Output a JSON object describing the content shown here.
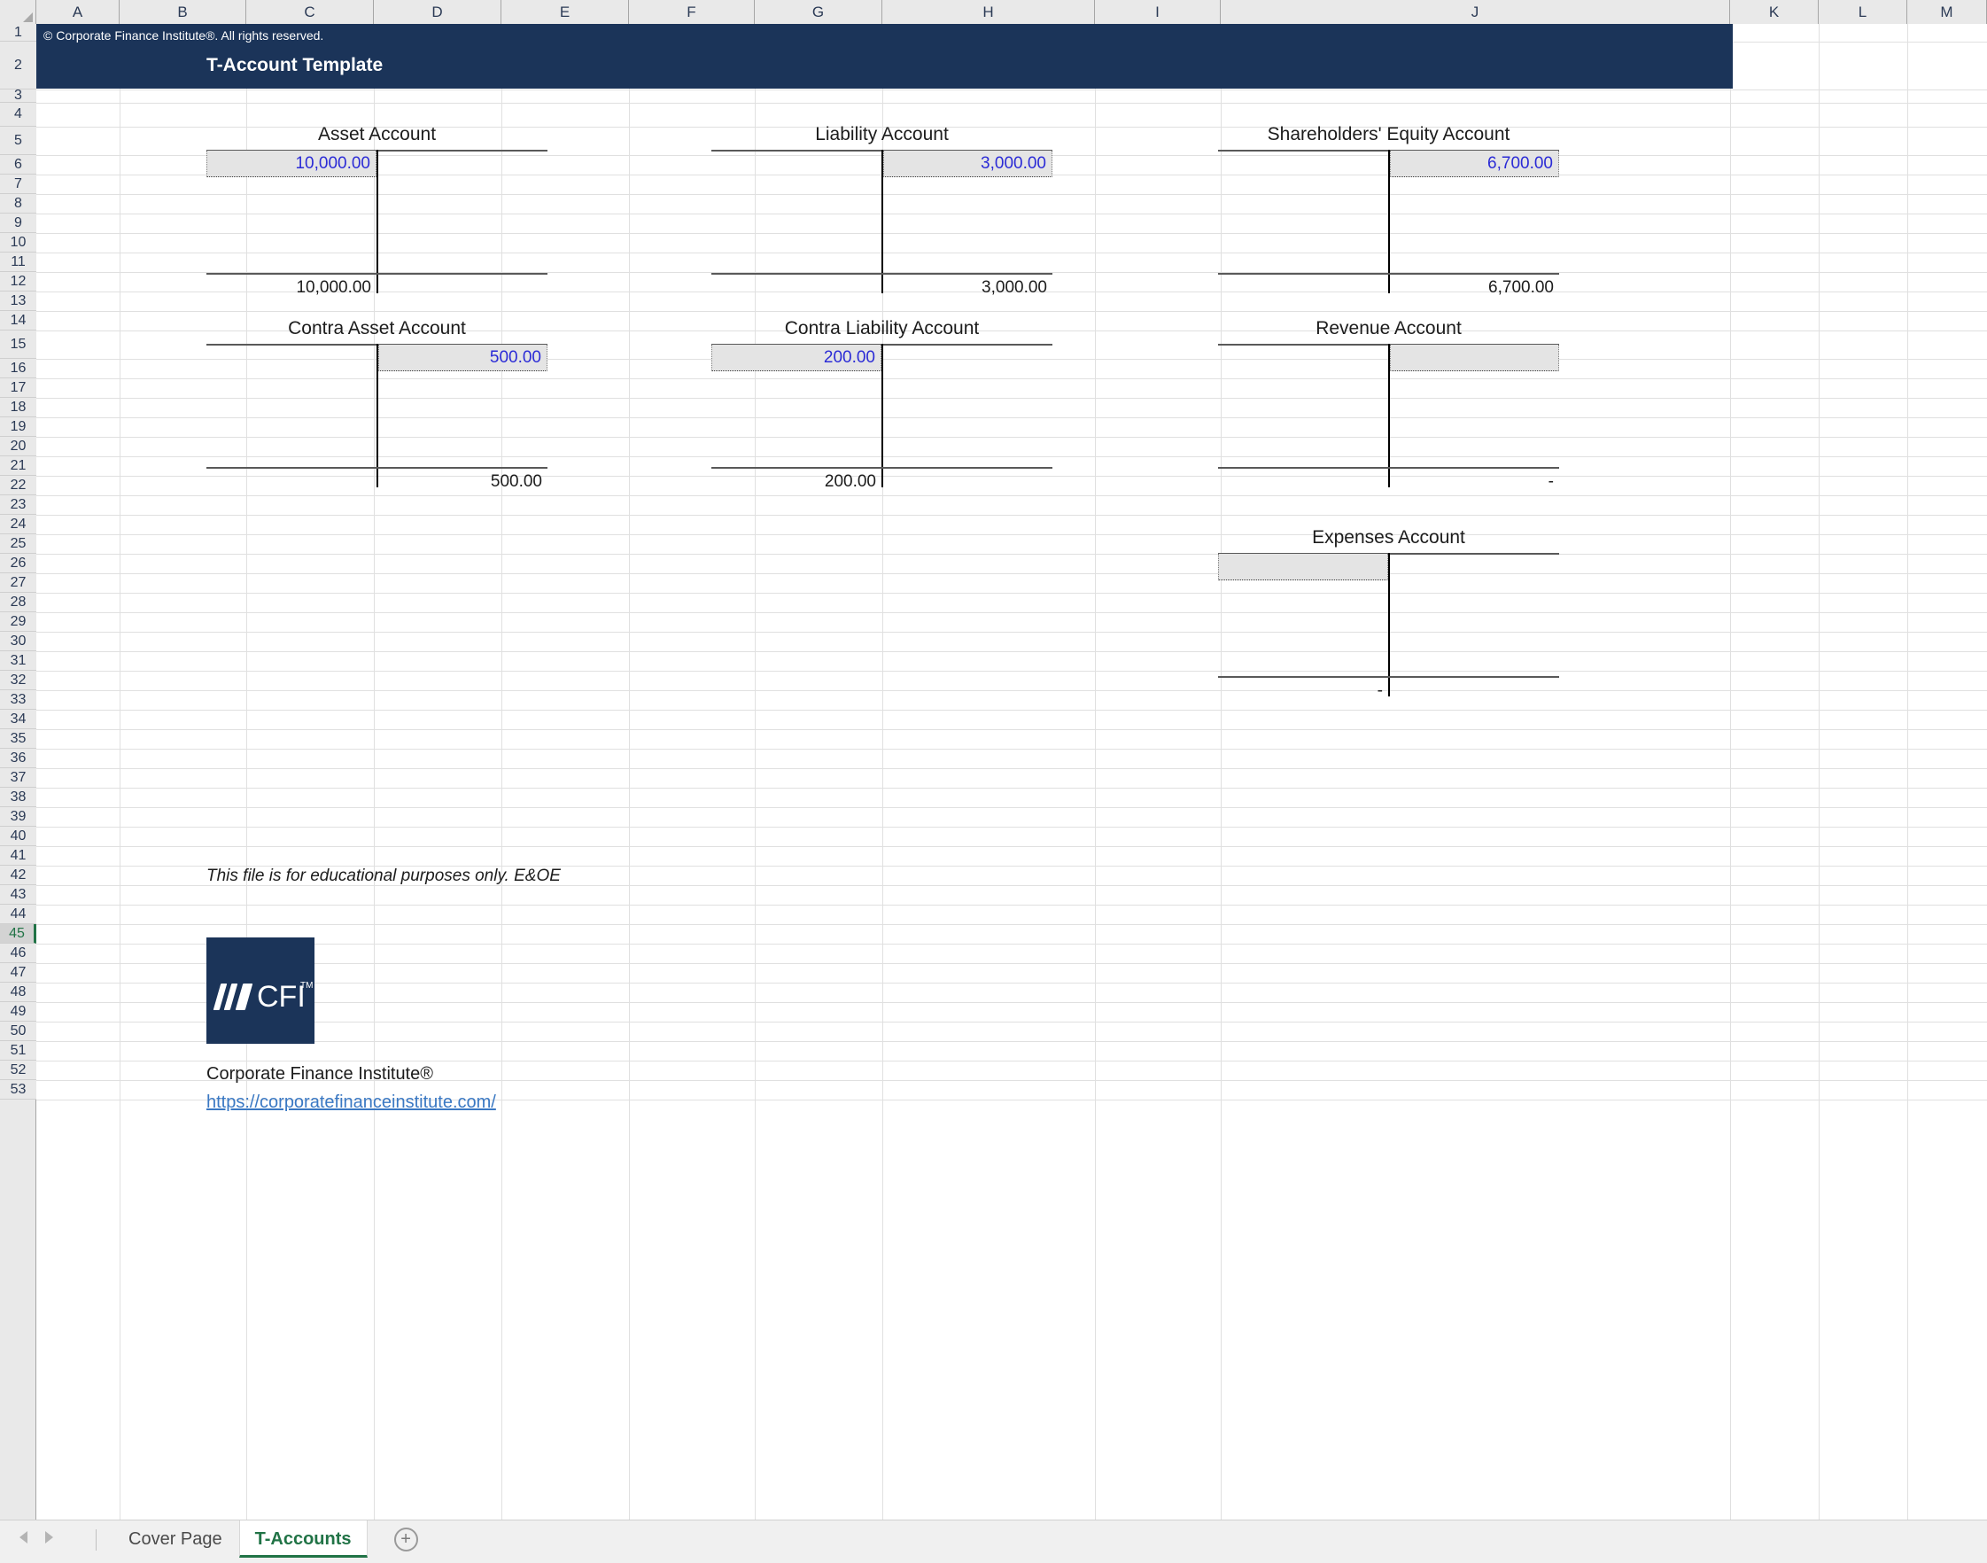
{
  "window": {
    "columns": [
      "A",
      "B",
      "C",
      "D",
      "E",
      "F",
      "G",
      "H",
      "I",
      "J",
      "K",
      "L",
      "M"
    ],
    "rows": [
      "1",
      "2",
      "3",
      "4",
      "5",
      "6",
      "7",
      "8",
      "9",
      "10",
      "11",
      "12",
      "13",
      "14",
      "15",
      "16",
      "17",
      "18",
      "19",
      "20",
      "21",
      "22",
      "23",
      "24",
      "25",
      "26",
      "27",
      "28",
      "29",
      "30",
      "31",
      "32",
      "33",
      "34",
      "35",
      "36",
      "37",
      "38",
      "39",
      "40",
      "41",
      "42",
      "43",
      "44",
      "45",
      "46",
      "47",
      "48",
      "49",
      "50",
      "51",
      "52",
      "53"
    ],
    "selected_row": "45"
  },
  "banner": {
    "copyright": "© Corporate Finance Institute®. All rights reserved.",
    "title": "T-Account Template",
    "color": "#1b3459"
  },
  "accounts": [
    {
      "title": "Asset Account",
      "input_side": "debit",
      "input_value": "10,000.00",
      "total_side": "debit",
      "total_value": "10,000.00"
    },
    {
      "title": "Liability Account",
      "input_side": "credit",
      "input_value": "3,000.00",
      "total_side": "credit",
      "total_value": "3,000.00"
    },
    {
      "title": "Shareholders' Equity Account",
      "input_side": "credit",
      "input_value": "6,700.00",
      "total_side": "credit",
      "total_value": "6,700.00"
    },
    {
      "title": "Contra Asset Account",
      "input_side": "credit",
      "input_value": "500.00",
      "total_side": "credit",
      "total_value": "500.00"
    },
    {
      "title": "Contra Liability Account",
      "input_side": "debit",
      "input_value": "200.00",
      "total_side": "debit",
      "total_value": "200.00"
    },
    {
      "title": "Revenue Account",
      "input_side": "credit",
      "input_value": "",
      "total_side": "credit",
      "total_value": "-"
    },
    {
      "title": "Expenses Account",
      "input_side": "debit",
      "input_value": "",
      "total_side": "debit",
      "total_value": "-"
    }
  ],
  "footer": {
    "disclaimer": "This file is for educational purposes only.  E&OE",
    "logo_text": "CFI",
    "logo_tm": "TM",
    "company": "Corporate Finance Institute®",
    "url": "https://corporatefinanceinstitute.com/"
  },
  "tabs": {
    "items": [
      {
        "label": "Cover Page",
        "active": false
      },
      {
        "label": "T-Accounts",
        "active": true
      }
    ],
    "add_label": "+"
  },
  "colors": {
    "input_text": "#2b2bd6",
    "accent_green": "#217346",
    "navy": "#1b3459"
  }
}
